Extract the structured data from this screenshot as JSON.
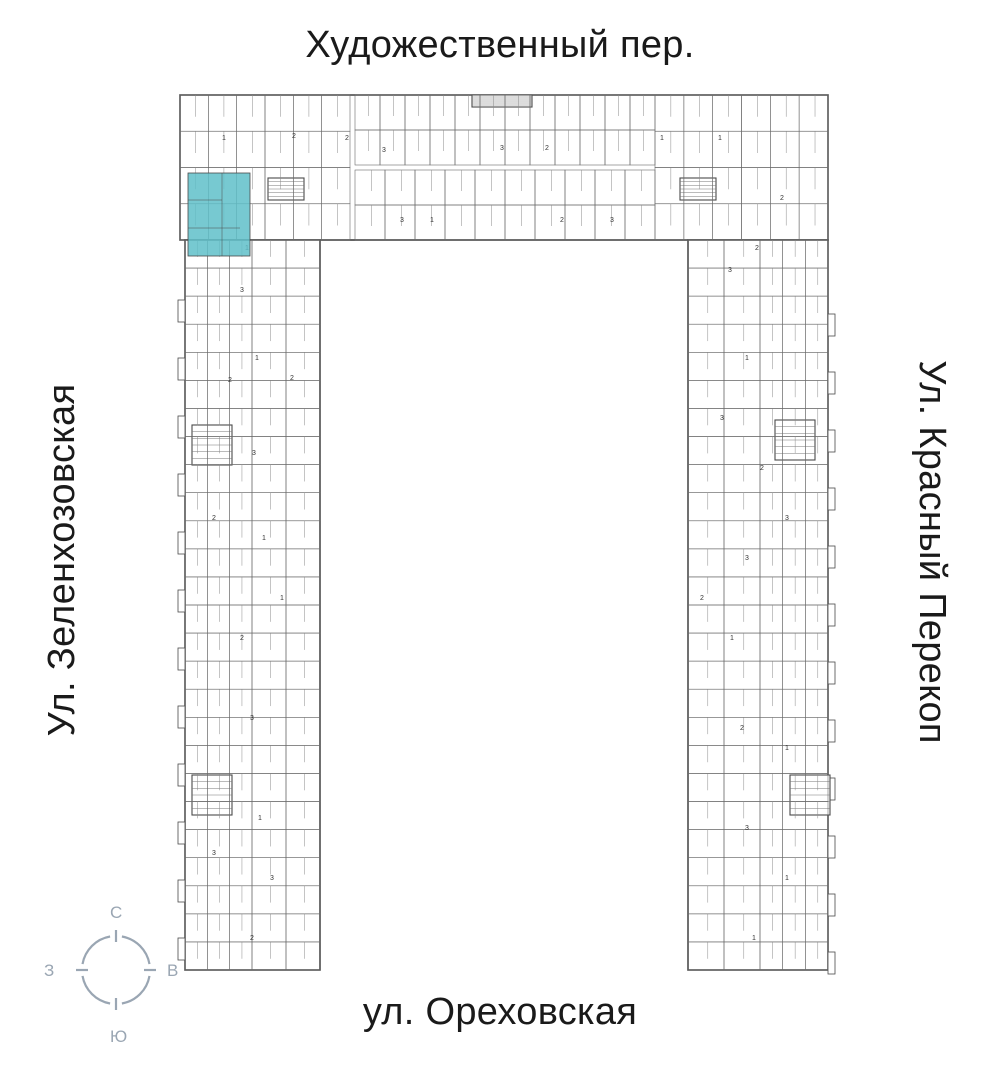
{
  "streets": {
    "north": "Художественный пер.",
    "south": "ул. Ореховская",
    "west": "Ул. Зеленхозовская",
    "east": "Ул. Красный Перекоп"
  },
  "compass": {
    "north": "С",
    "south": "Ю",
    "west": "З",
    "east": "В",
    "color": "#9aa6b3"
  },
  "plan": {
    "wall_color": "#4a4a4a",
    "highlight_color": "#5fbfc9",
    "room_labels": [
      "1",
      "2",
      "3",
      "1",
      "2",
      "3",
      "1",
      "2",
      "3",
      "1",
      "2",
      "3",
      "1",
      "2",
      "3",
      "1",
      "2",
      "3",
      "1",
      "2",
      "3",
      "1",
      "2",
      "3",
      "1",
      "2",
      "3",
      "1",
      "2",
      "3",
      "1",
      "2",
      "3",
      "1",
      "2",
      "3",
      "1",
      "2",
      "3",
      "1",
      "2",
      "3"
    ]
  }
}
